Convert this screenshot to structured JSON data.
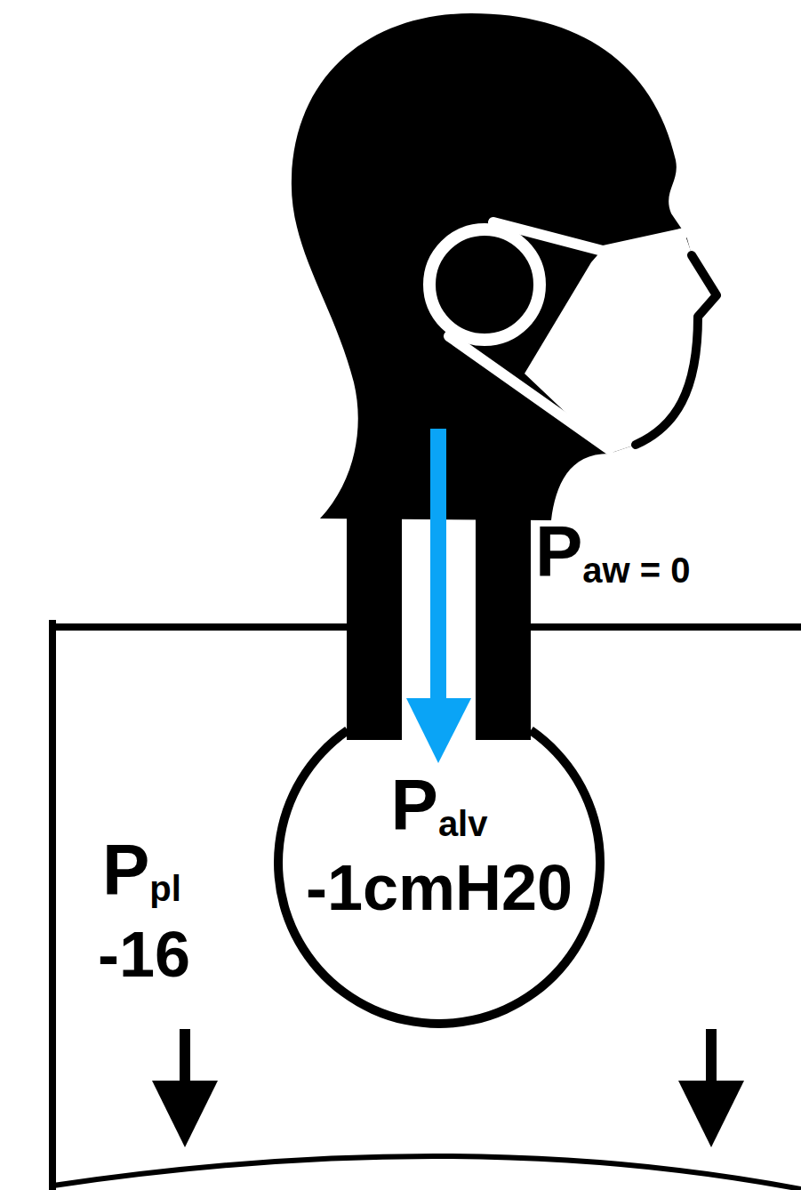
{
  "diagram": {
    "nodes": [
      {
        "text": [
          "Palv",
          "-1cmH20"
        ]
      }
    ],
    "labels": [
      "Paw = 0",
      "Ppl",
      "-16"
    ]
  }
}
